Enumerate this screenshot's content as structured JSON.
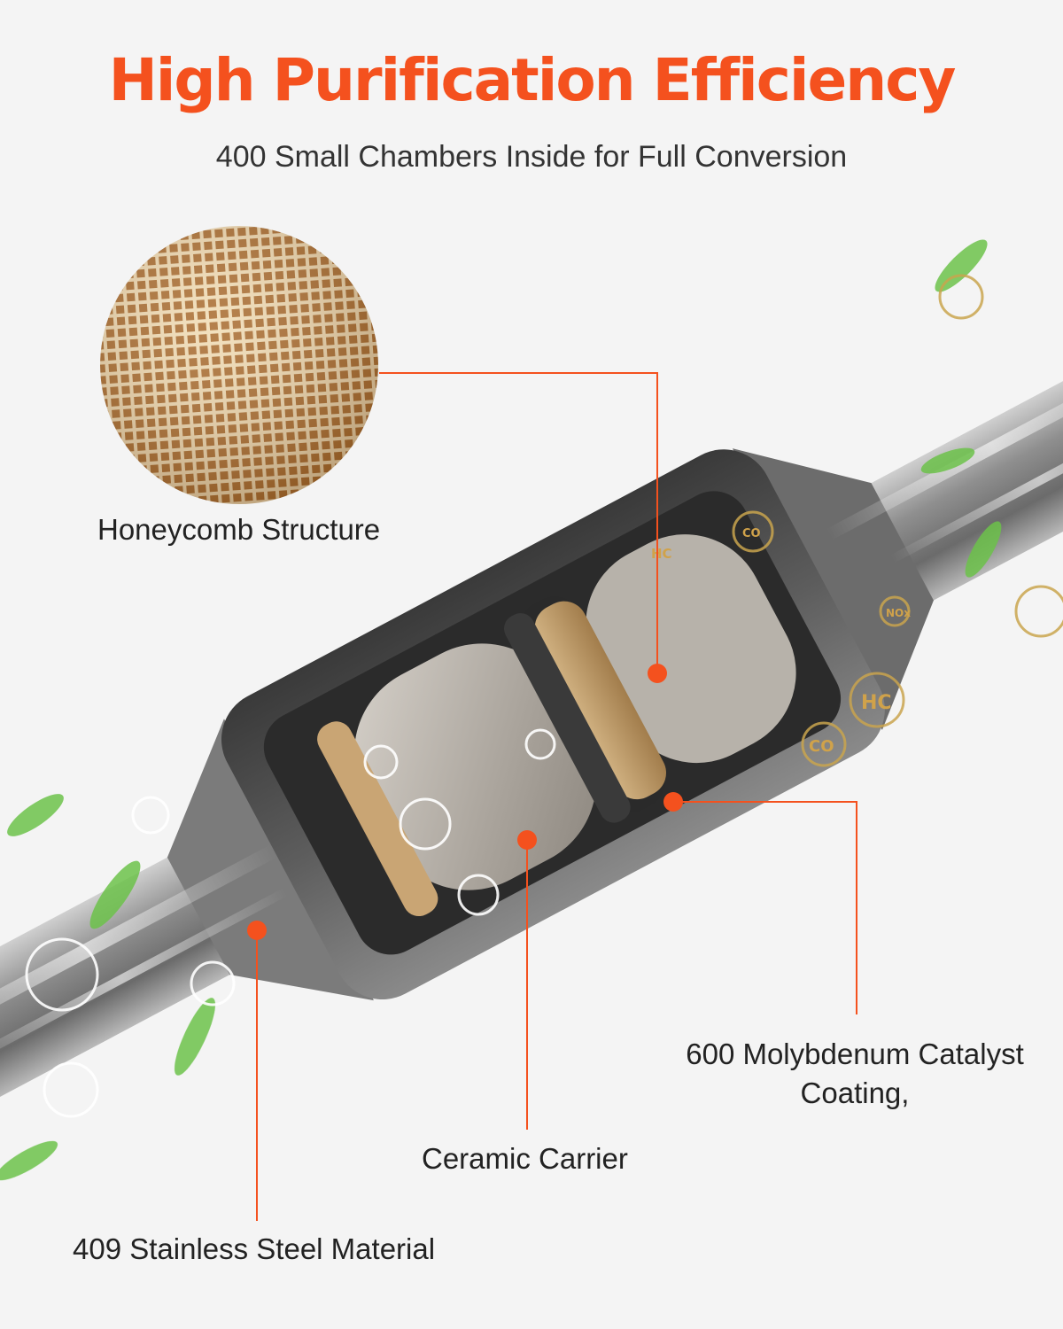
{
  "header": {
    "title": "High Purification Efficiency",
    "subtitle": "400 Small Chambers Inside for Full Conversion"
  },
  "callouts": {
    "honeycomb": "Honeycomb Structure",
    "catalyst_line1": "600 Molybdenum Catalyst",
    "catalyst_line2": "Coating,",
    "ceramic": "Ceramic Carrier",
    "steel": "409 Stainless Steel Material"
  },
  "bubble_labels": [
    "HC",
    "CO",
    "HC",
    "CO",
    "NOx"
  ],
  "colors": {
    "accent": "#f4511e",
    "background": "#f4f4f4",
    "honeycomb": "#c8995a",
    "steel": "#7a7a7a",
    "leaf": "#6cc24a"
  }
}
